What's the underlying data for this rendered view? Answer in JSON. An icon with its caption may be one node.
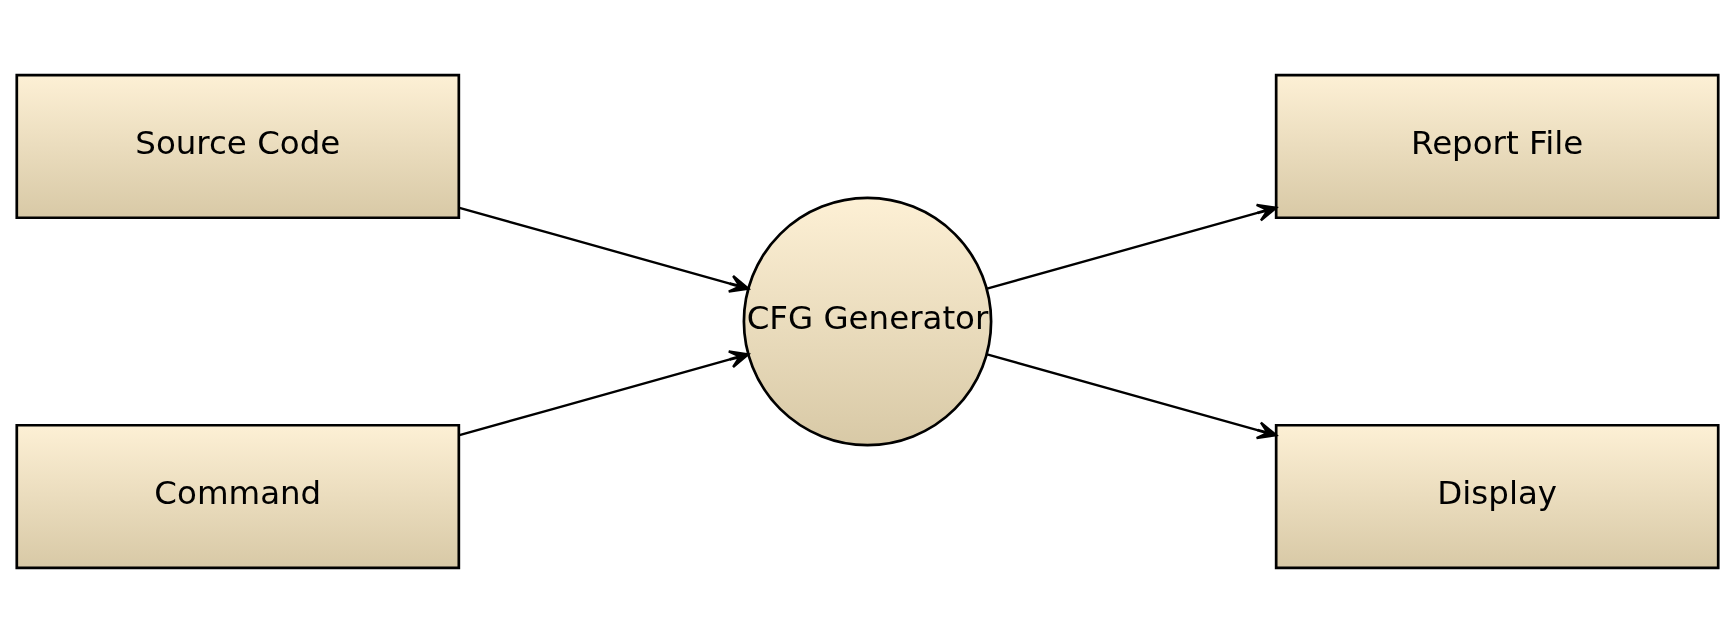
{
  "diagram": {
    "nodes": [
      {
        "text": [
          "Source Code"
        ]
      },
      {
        "text": [
          "Command"
        ]
      },
      {
        "text": [
          "CFG Generator"
        ]
      },
      {
        "text": [
          "Report File"
        ]
      },
      {
        "text": [
          "Display"
        ]
      }
    ],
    "edges": [
      {
        "from": 0,
        "to": 2,
        "arrow": "to"
      },
      {
        "from": 1,
        "to": 2,
        "arrow": "to"
      },
      {
        "from": 2,
        "to": 3,
        "arrow": "to"
      },
      {
        "from": 2,
        "to": 4,
        "arrow": "to"
      }
    ]
  }
}
